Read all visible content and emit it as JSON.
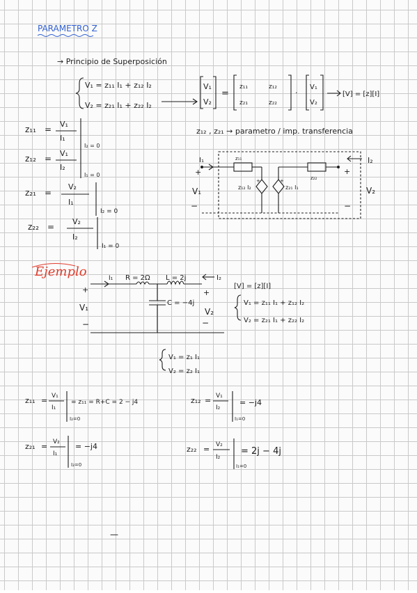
{
  "title": "PARAMETRO Z",
  "principle": "→ Principio de Superposición",
  "system": {
    "eq1": "V₁ = z₁₁ I₁ + z₁₂ I₂",
    "eq2": "V₂ = z₂₁ I₁ + z₂₂ I₂"
  },
  "matrix": {
    "lhs": [
      "V₁",
      "V₂"
    ],
    "z": [
      "z₁₁",
      "z₁₂",
      "z₂₁",
      "z₂₂"
    ],
    "rhs": [
      "V₁",
      "V₂"
    ],
    "compact": "[V] = [z][I]"
  },
  "defs": [
    {
      "name": "z₁₁",
      "num": "V₁",
      "den": "I₁",
      "cond": "I₂ = 0"
    },
    {
      "name": "z₁₂",
      "num": "V₁",
      "den": "I₂",
      "cond": "I₁ = 0"
    },
    {
      "name": "z₂₁",
      "num": "V₂",
      "den": "I₁",
      "cond": "I₂ = 0"
    },
    {
      "name": "z₂₂",
      "num": "V₂",
      "den": "I₂",
      "cond": "I₁ = 0"
    }
  ],
  "transfer_note": "z₁₂ , z₂₁ → parametro / imp. transferencia",
  "circuit1": {
    "i1": "I₁",
    "i2": "I₂",
    "z11": "z₁₁",
    "z22": "z₂₂",
    "src1": "z₁₂ I₂",
    "src2": "z₂₁ I₁",
    "v1": "V₁",
    "v2": "V₂",
    "plus": "+",
    "minus": "−"
  },
  "example": {
    "heading": "Ejemplo",
    "R": "R = 2Ω",
    "L": "L = 2j",
    "C": "C = −4j",
    "i1": "I₁",
    "i2": "I₂",
    "v1": "V₁",
    "v2": "V₂",
    "plus": "+",
    "minus": "−",
    "compact": "[V] = [z][I]",
    "eq1": "V₁ = z₁₁ I₁ + z₁₂ I₂",
    "eq2": "V₂ = z₂₁ I₁ + z₂₂ I₂",
    "sub1": "V₁ = z₁ I₁",
    "sub2": "V₂ = z₂ I₁"
  },
  "results": [
    {
      "name": "z₁₁",
      "num": "V₁",
      "den": "I₁",
      "cond": "I₂=0",
      "value": "= z₁₁ = R+C = 2 − j4"
    },
    {
      "name": "z₁₂",
      "num": "V₁",
      "den": "I₂",
      "cond": "I₁=0",
      "value": "= −j4"
    },
    {
      "name": "z₂₁",
      "num": "V₂",
      "den": "I₁",
      "cond": "I₂=0",
      "value": "= −j4"
    },
    {
      "name": "z₂₂",
      "num": "V₂",
      "den": "I₂",
      "cond": "I₁=0",
      "value": "= 2j − 4j"
    }
  ],
  "stray_mark": "—"
}
